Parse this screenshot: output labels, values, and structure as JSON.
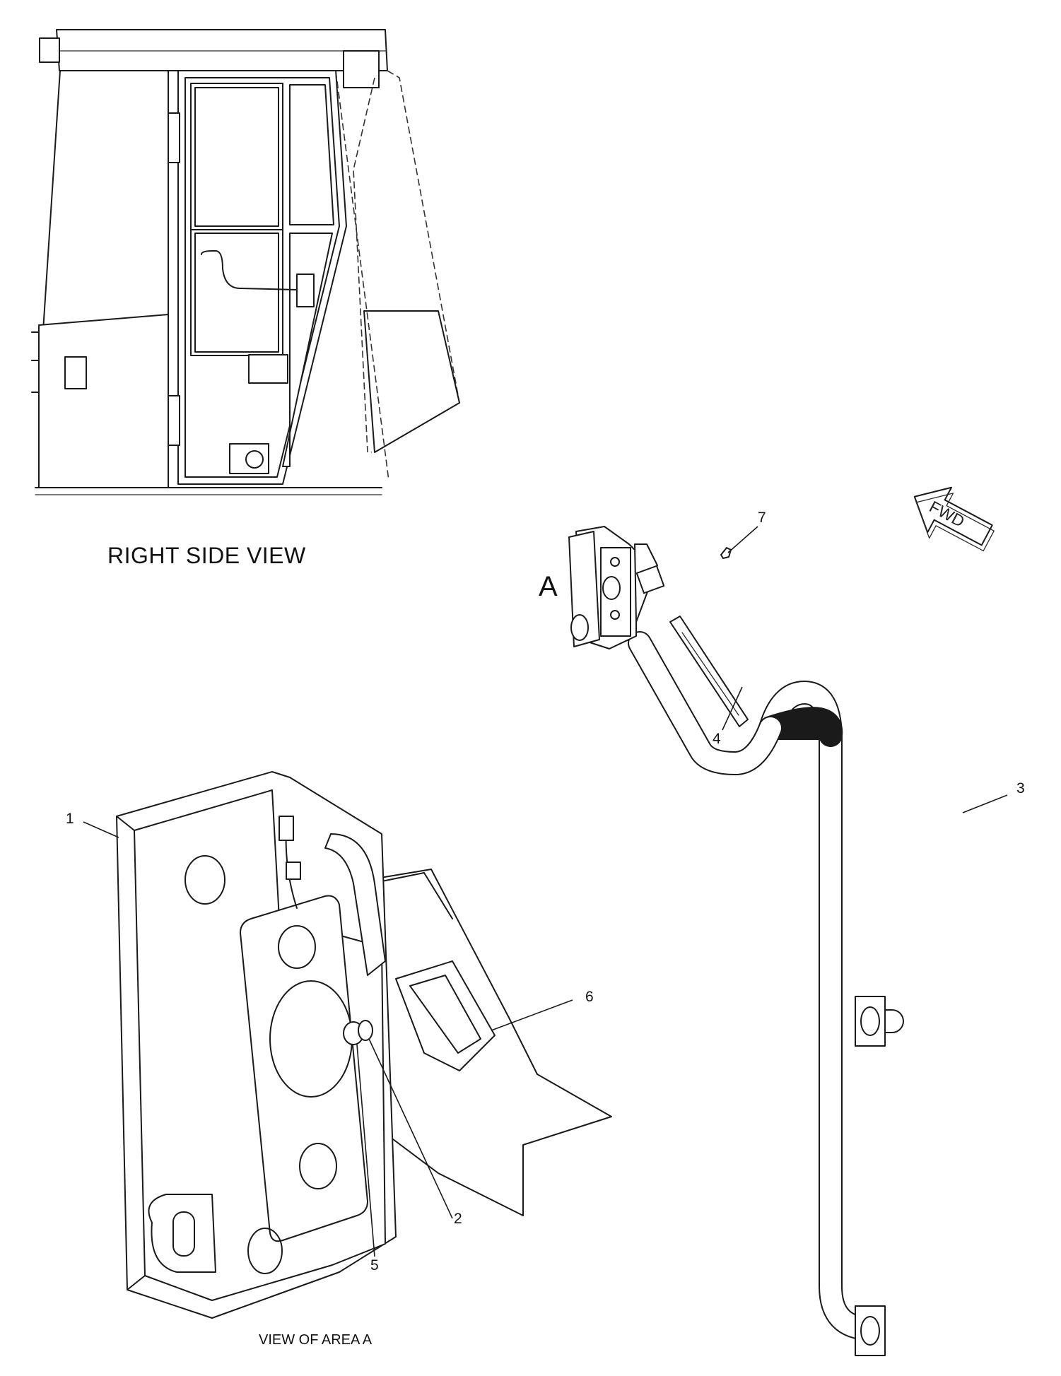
{
  "labels": {
    "right_side_view": "RIGHT SIDE VIEW",
    "view_of_area_a": "VIEW OF AREA A",
    "area_letter": "A",
    "fwd": "FWD"
  },
  "callouts": [
    "1",
    "2",
    "3",
    "4",
    "5",
    "6",
    "7"
  ]
}
